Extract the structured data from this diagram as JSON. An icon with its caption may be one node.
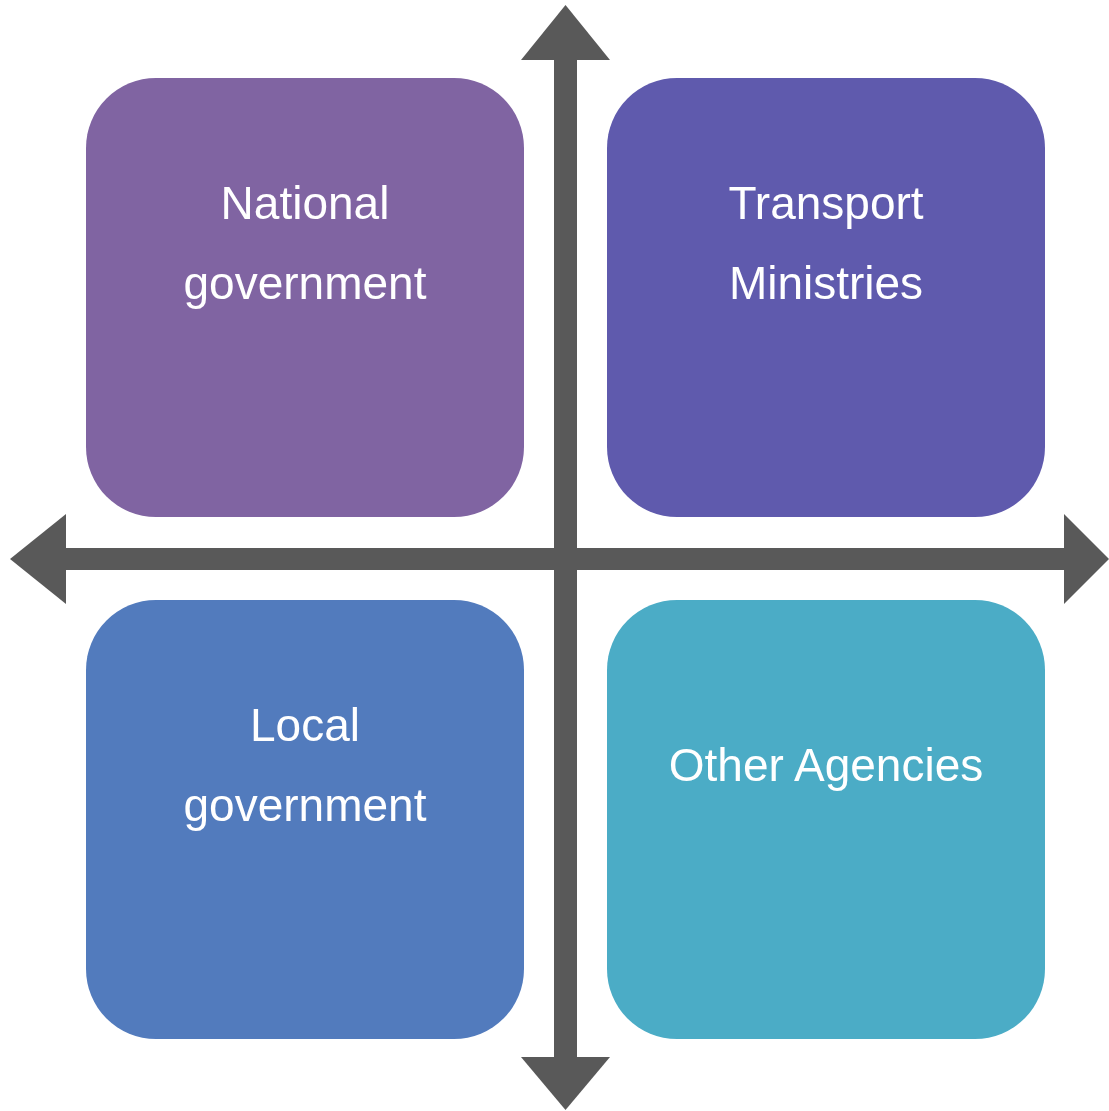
{
  "diagram": {
    "nodes": [
      {
        "text": [
          "National government"
        ]
      },
      {
        "text": [
          "Transport Ministries"
        ]
      },
      {
        "text": [
          "Local government"
        ]
      },
      {
        "text": [
          "Other Agencies"
        ]
      }
    ]
  }
}
